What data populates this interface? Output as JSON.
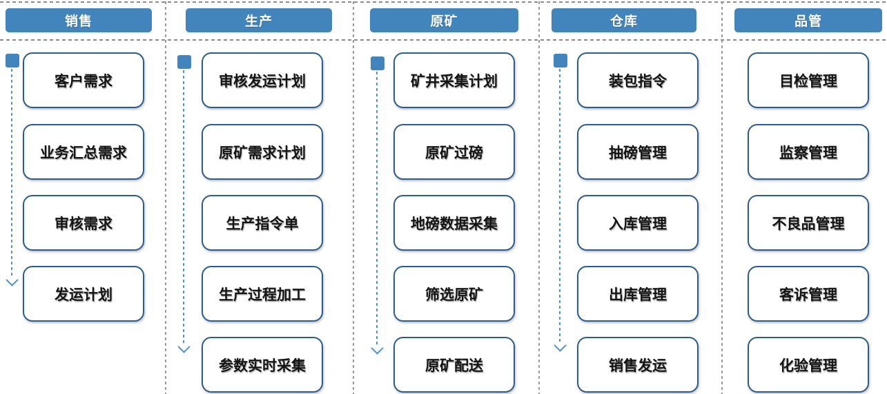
{
  "colors": {
    "lane_header_fill": "#4284BC",
    "lane_header_text": "#FFFFFF",
    "box_border": "#2B5C8E",
    "box_fill": "#FFFFFF",
    "box_text": "#141414",
    "flow_arrow_blue": "#4E93CE",
    "grid_line_gray": "#8A8A8A"
  },
  "lanes": [
    {
      "title": "销售",
      "has_flow_arrow": true,
      "items": [
        "客户需求",
        "业务汇总需求",
        "审核需求",
        "发运计划"
      ]
    },
    {
      "title": "生产",
      "has_flow_arrow": true,
      "items": [
        "审核发运计划",
        "原矿需求计划",
        "生产指令单",
        "生产过程加工",
        "参数实时采集"
      ]
    },
    {
      "title": "原矿",
      "has_flow_arrow": true,
      "items": [
        "矿井采集计划",
        "原矿过磅",
        "地磅数据采集",
        "筛选原矿",
        "原矿配送"
      ]
    },
    {
      "title": "仓库",
      "has_flow_arrow": true,
      "items": [
        "装包指令",
        "抽磅管理",
        "入库管理",
        "出库管理",
        "销售发运"
      ]
    },
    {
      "title": "品管",
      "has_flow_arrow": false,
      "items": [
        "目检管理",
        "监察管理",
        "不良品管理",
        "客诉管理",
        "化验管理"
      ]
    }
  ]
}
